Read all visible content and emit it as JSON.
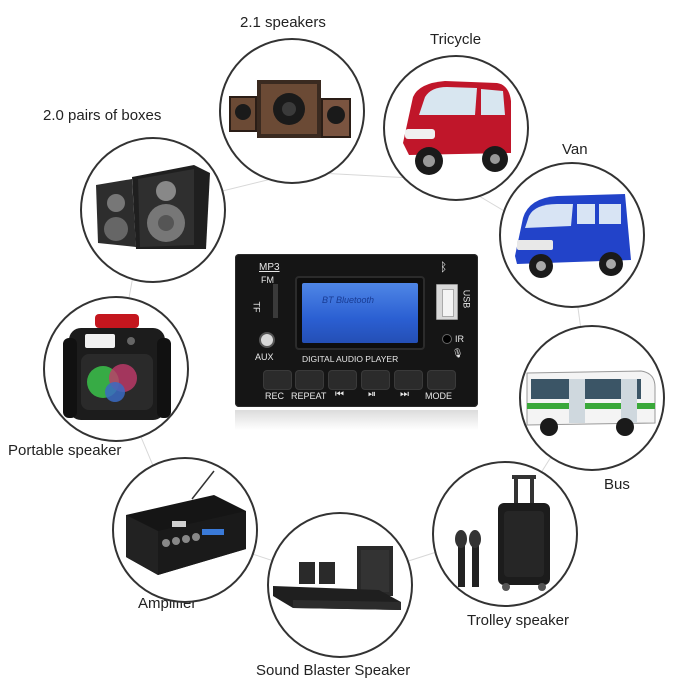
{
  "labels": {
    "speakers_21": "2.1 speakers",
    "tricycle": "Tricycle",
    "boxes_20": "2.0 pairs of boxes",
    "van": "Van",
    "portable_speaker": "Portable speaker",
    "bus": "Bus",
    "amplifier": "Amplifier",
    "trolley_speaker": "Trolley speaker",
    "sound_blaster": "Sound Blaster Speaker"
  },
  "board": {
    "mp3": "MP3",
    "fm": "FM",
    "tf": "TF",
    "aux": "AUX",
    "usb": "USB",
    "ir": "IR",
    "title": "DIGITAL AUDIO PLAYER",
    "lcd_text": "BT Bluetooth",
    "buttons": {
      "rec": "REC",
      "repeat": "REPEAT",
      "prev": "⏮",
      "play": "⏯",
      "next": "⏭",
      "mode": "MODE"
    }
  },
  "colors": {
    "lcd": "#3a6fdc",
    "board": "#151515",
    "circle_border": "#333333",
    "tricycle_body": "#c0162a",
    "van_body": "#2243c9",
    "bus_stripe": "#3aa83a"
  }
}
